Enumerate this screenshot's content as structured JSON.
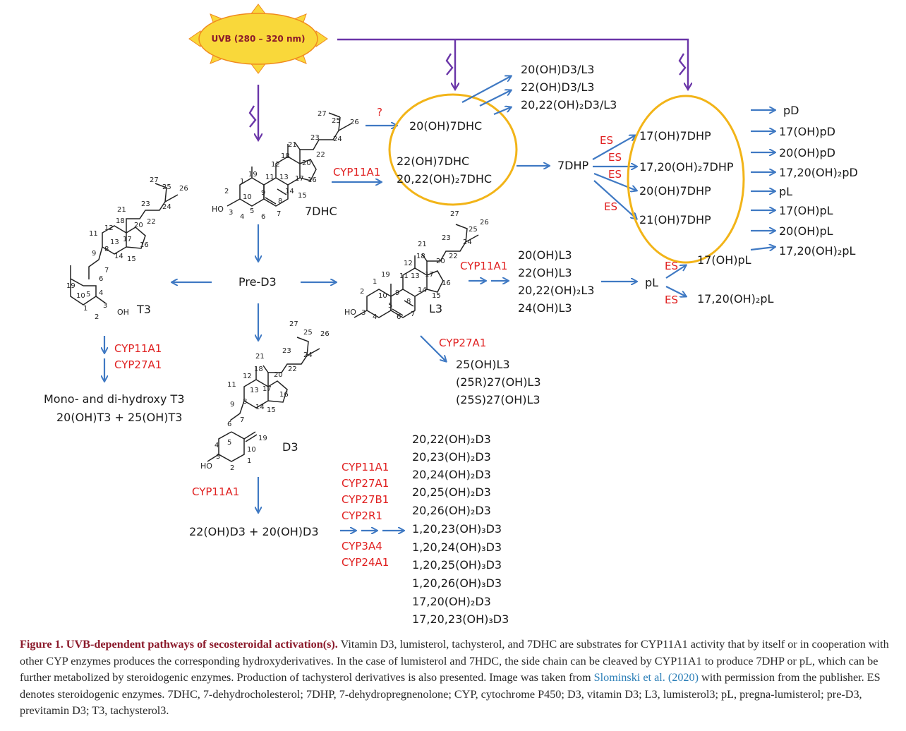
{
  "uvb_label": "UVB (280 – 320 nm)",
  "question_mark": "?",
  "nodes": {
    "dhc7": "7DHC",
    "pre_d3": "Pre-D3",
    "t3": "T3",
    "l3": "L3",
    "d3": "D3",
    "dhp7": "7DHP",
    "pl": "pL",
    "mono_di_t3": "Mono- and di-hydroxy T3",
    "t3_products": "20(OH)T3 + 25(OH)T3",
    "d3_products": "22(OH)D3 + 20(OH)D3"
  },
  "circle1": [
    "20(OH)7DHC",
    "22(OH)7DHC",
    "20,22(OH)₂7DHC"
  ],
  "circle1_out": [
    "20(OH)D3/L3",
    "22(OH)D3/L3",
    "20,22(OH)₂D3/L3"
  ],
  "circle2": [
    "17(OH)7DHP",
    "17,20(OH)₂7DHP",
    "20(OH)7DHP",
    "21(OH)7DHP"
  ],
  "pd_products": [
    "pD",
    "17(OH)pD",
    "20(OH)pD",
    "17,20(OH)₂pD",
    "pL",
    "17(OH)pL",
    "20(OH)pL",
    "17,20(OH)₂pL"
  ],
  "l3_products": [
    "20(OH)L3",
    "22(OH)L3",
    "20,22(OH)₂L3",
    "24(OH)L3"
  ],
  "l3_cyp27_products": [
    "25(OH)L3",
    "(25R)27(OH)L3",
    "(25S)27(OH)L3"
  ],
  "pl_products": [
    "17(OH)pL",
    "17,20(OH)₂pL"
  ],
  "d3_hydroxy": [
    "20,22(OH)₂D3",
    "20,23(OH)₂D3",
    "20,24(OH)₂D3",
    "20,25(OH)₂D3",
    "20,26(OH)₂D3",
    "1,20,23(OH)₃D3",
    "1,20,24(OH)₃D3",
    "1,20,25(OH)₃D3",
    "1,20,26(OH)₃D3",
    "17,20(OH)₂D3",
    "17,20,23(OH)₃D3"
  ],
  "enzymes": {
    "cyp11a1": "CYP11A1",
    "cyp27a1": "CYP27A1",
    "es": "ES",
    "d3_list": [
      "CYP11A1",
      "CYP27A1",
      "CYP27B1",
      "CYP2R1",
      "CYP3A4",
      "CYP24A1"
    ]
  },
  "atom_numbers": {
    "dhc7": [
      "27",
      "25",
      "26",
      "23",
      "24",
      "21",
      "22",
      "18",
      "20",
      "12",
      "17",
      "16",
      "19",
      "11",
      "13",
      "1",
      "9",
      "14",
      "15",
      "2",
      "10",
      "8",
      "3",
      "4",
      "5",
      "6",
      "7"
    ],
    "t3": [
      "27",
      "25",
      "26",
      "23",
      "24",
      "21",
      "22",
      "18",
      "20",
      "12",
      "11",
      "13",
      "17",
      "16",
      "9",
      "8",
      "14",
      "15",
      "7",
      "6",
      "19",
      "10",
      "5",
      "4",
      "1",
      "3",
      "2"
    ],
    "l3": [
      "27",
      "26",
      "25",
      "24",
      "23",
      "21",
      "22",
      "18",
      "20",
      "12",
      "17",
      "19",
      "11",
      "13",
      "16",
      "1",
      "9",
      "14",
      "15",
      "2",
      "10",
      "8",
      "3",
      "4",
      "5",
      "6",
      "7"
    ],
    "d3": [
      "27",
      "25",
      "26",
      "23",
      "24",
      "21",
      "22",
      "18",
      "20",
      "12",
      "11",
      "13",
      "17",
      "16",
      "9",
      "8",
      "14",
      "15",
      "6",
      "7",
      "19",
      "4",
      "5",
      "10",
      "3",
      "2",
      "1"
    ]
  },
  "ho_label": "HO",
  "oh_label": "OH",
  "caption": {
    "title": "Figure 1. UVB-dependent pathways of secosteroidal activation(s).",
    "text1": "Vitamin D3, lumisterol, tachysterol, and 7DHC are substrates for CYP11A1 activity that by itself or in cooperation with other CYP enzymes produces the corresponding hydroxyderivatives. In the case of lumisterol and 7HDC, the side chain can be cleaved by CYP11A1 to produce 7DHP or pL, which can be further metabolized by steroidogenic enzymes. Production of tachysterol derivatives is also presented. Image was taken from",
    "link": "Slominski et al. (2020)",
    "text2": "with permission from the publisher. ES denotes steroidogenic enzymes. 7DHC, 7-dehydrocholesterol; 7DHP, 7-dehydropregnenolone; CYP, cytochrome P450; D3, vitamin D3; L3, lumisterol3; pL, pregna-lumisterol; pre-D3, previtamin D3; T3, tachysterol3."
  },
  "colors": {
    "arrow_blue": "#3f79c3",
    "uv_purple": "#6a35a8",
    "enzyme_red": "#e02020",
    "ring_yellow": "#f2b418",
    "sun_fill": "#f9d83a",
    "sun_border": "#f08a1e",
    "caption_title": "#8b1a2b",
    "link_blue": "#2c7fb8"
  }
}
